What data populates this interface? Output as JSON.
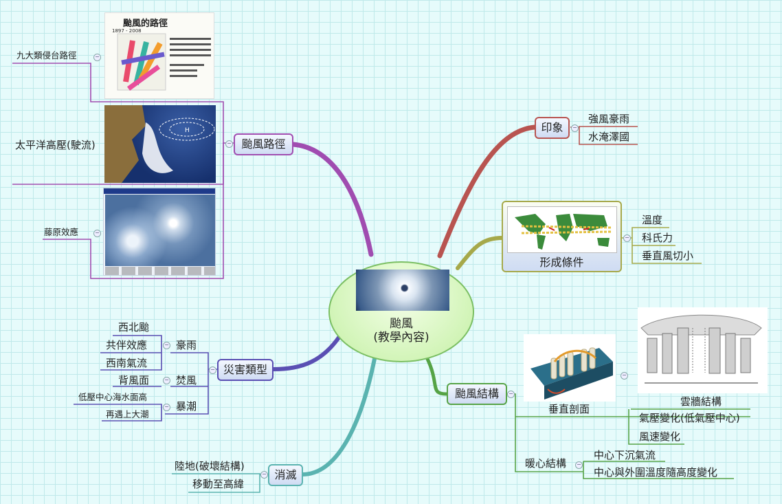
{
  "center": {
    "title": "颱風",
    "subtitle": "(教學內容)"
  },
  "colors": {
    "path": "#a04cb0",
    "impression": "#b85450",
    "formation": "#a6a94a",
    "structure": "#56a346",
    "disaster": "#5a4fb3",
    "dissipation": "#5ab3b0"
  },
  "branches": {
    "path": {
      "label": "颱風路徑",
      "items": [
        "九大類侵台路徑",
        "太平洋高壓(駛流)",
        "藤原效應"
      ],
      "image_texts": {
        "tracks_title": "颱風的路徑",
        "tracks_years": "1897 - 2008"
      }
    },
    "impression": {
      "label": "印象",
      "items": [
        "強風豪雨",
        "水淹澤國"
      ]
    },
    "formation": {
      "label": "形成條件",
      "items": [
        "溫度",
        "科氏力",
        "垂直風切小"
      ]
    },
    "structure": {
      "label": "颱風結構",
      "vertical": {
        "label": "垂直剖面",
        "wall": "雲牆結構",
        "items": [
          "氣壓變化(低氣壓中心)",
          "風速變化"
        ]
      },
      "warm": {
        "label": "暖心結構",
        "items": [
          "中心下沉氣流",
          "中心與外圍溫度隨高度變化"
        ]
      }
    },
    "disaster": {
      "label": "災害類型",
      "rain": {
        "label": "豪雨",
        "items": [
          "西北颱",
          "共伴效應",
          "西南氣流"
        ]
      },
      "foehn": {
        "label": "焚風",
        "items": [
          "背風面"
        ]
      },
      "surge": {
        "label": "暴潮",
        "items": [
          "低壓中心海水面高",
          "再遇上大潮"
        ]
      }
    },
    "dissipation": {
      "label": "消滅",
      "items": [
        "陸地(破壞結構)",
        "移動至高緯"
      ]
    }
  }
}
